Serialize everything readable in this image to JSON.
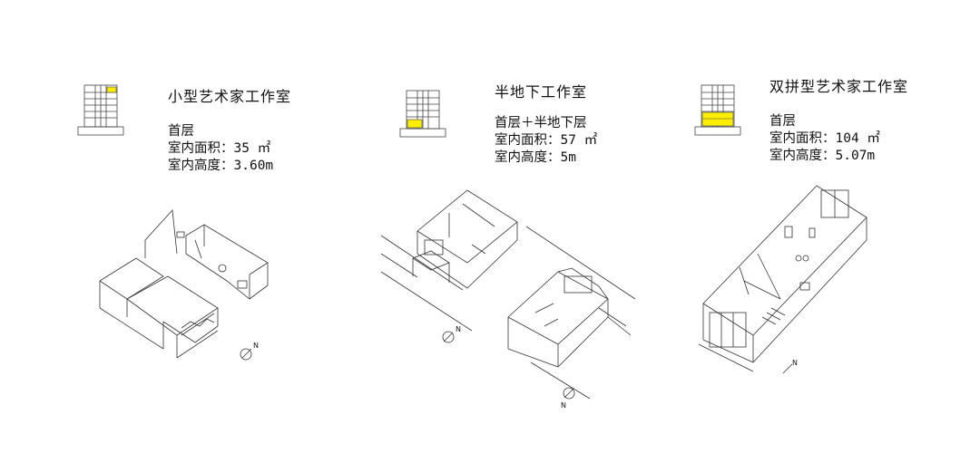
{
  "panels": [
    {
      "title": "小型艺术家工作室",
      "floor": "首层",
      "area": "室内面积：35 ㎡",
      "height": "室内高度：3.60m",
      "highlight_color": "#ffee00"
    },
    {
      "title": "半地下工作室",
      "floor": "首层＋半地下层",
      "area": "室内面积：57 ㎡",
      "height": "室内高度：5m",
      "highlight_color": "#ffee00"
    },
    {
      "title": "双拼型艺术家工作室",
      "floor": "首层",
      "area": "室内面积：104 ㎡",
      "height": "室内高度：5.07m",
      "highlight_color": "#ffee00"
    }
  ],
  "north_label": "N"
}
